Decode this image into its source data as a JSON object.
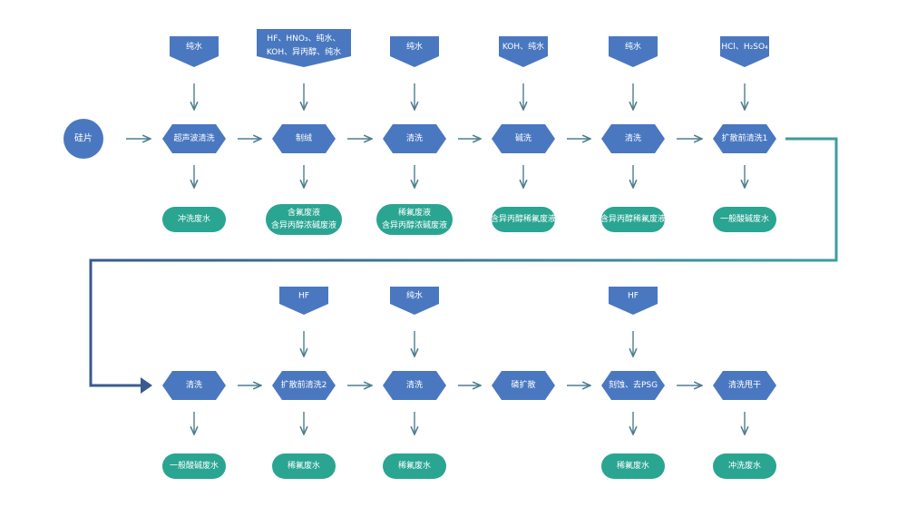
{
  "colors": {
    "process": "#4a78c0",
    "output": "#2aa592",
    "arrow": "#4d7e8e",
    "connector_start": "#3e9e9c",
    "connector_end": "#3a5a90",
    "text": "#ffffff"
  },
  "start": "硅片",
  "row1": [
    {
      "input": [
        "纯水"
      ],
      "step": "超声波清洗",
      "output": [
        "冲洗废水"
      ]
    },
    {
      "input": [
        "HF、HNO₃、纯水、",
        "KOH、异丙醇、纯水"
      ],
      "step": "制绒",
      "output": [
        "含氟废液",
        "含异丙醇浓碱废液"
      ]
    },
    {
      "input": [
        "纯水"
      ],
      "step": "清洗",
      "output": [
        "稀氟废液",
        "含异丙醇浓碱废液"
      ]
    },
    {
      "input": [
        "KOH、纯水"
      ],
      "step": "碱洗",
      "output": [
        "含异丙醇稀氟废液"
      ]
    },
    {
      "input": [
        "纯水"
      ],
      "step": "清洗",
      "output": [
        "含异丙醇稀氟废液"
      ]
    },
    {
      "input": [
        "HCl、H₂SO₄"
      ],
      "step": "扩散前清洗1",
      "output": [
        "一般酸碱废水"
      ]
    }
  ],
  "row2": [
    {
      "input": [],
      "step": "清洗",
      "output": [
        "一般酸碱废水"
      ]
    },
    {
      "input": [
        "HF"
      ],
      "step": "扩散前清洗2",
      "output": [
        "稀氟废水"
      ]
    },
    {
      "input": [
        "纯水"
      ],
      "step": "清洗",
      "output": [
        "稀氟废水"
      ]
    },
    {
      "input": [],
      "step": "磷扩散",
      "output": []
    },
    {
      "input": [
        "HF"
      ],
      "step": "刻蚀、去PSG",
      "output": [
        "稀氟废水"
      ]
    },
    {
      "input": [],
      "step": "清洗甩干",
      "output": [
        "冲洗废水"
      ]
    }
  ]
}
